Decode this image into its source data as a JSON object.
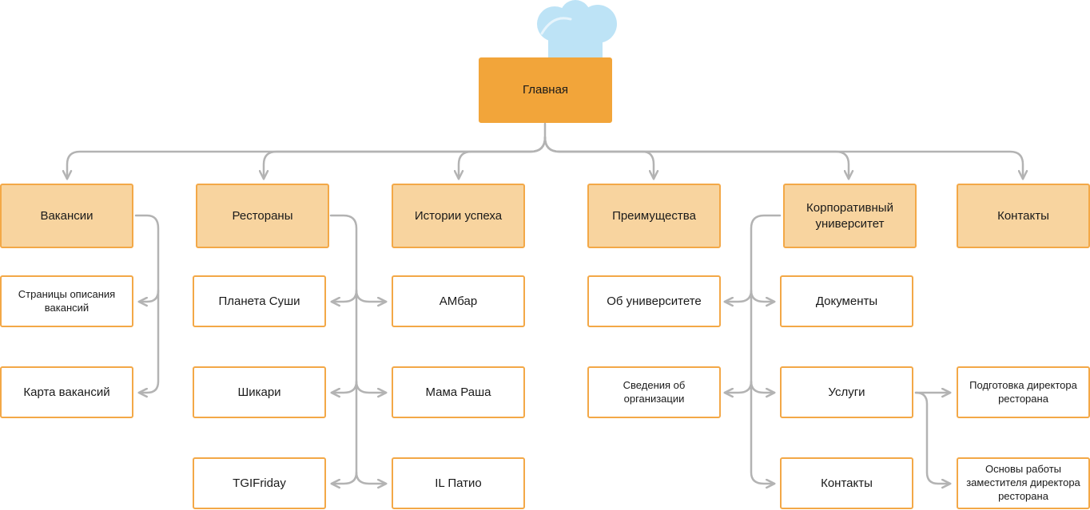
{
  "root": {
    "label": "Главная"
  },
  "sections": {
    "vacancies": {
      "label": "Вакансии",
      "children": [
        "Страницы описания вакансий",
        "Карта вакансий"
      ]
    },
    "restaurants": {
      "label": "Рестораны",
      "children": [
        "Планета Суши",
        "Шикари",
        "TGIFriday"
      ]
    },
    "stories": {
      "label": "Истории успеха",
      "children": [
        "АМбар",
        "Мама Раша",
        "IL Патио"
      ]
    },
    "advantages": {
      "label": "Преимущества"
    },
    "university": {
      "label": "Корпоративный университет",
      "children_left": [
        "Об университете",
        "Сведения об организации"
      ],
      "children_right": [
        "Документы",
        "Услуги",
        "Контакты"
      ],
      "services_children": [
        "Подготовка директора ресторана",
        "Основы работы заместителя директора ресторана"
      ]
    },
    "contacts": {
      "label": "Контакты"
    }
  },
  "icons": {
    "top": "chef-hat-icon"
  },
  "colors": {
    "root": "#f2a53a",
    "section": "#f8d49f",
    "border": "#f3a847",
    "connector": "#b3b3b3",
    "hat": "#bde3f6"
  }
}
